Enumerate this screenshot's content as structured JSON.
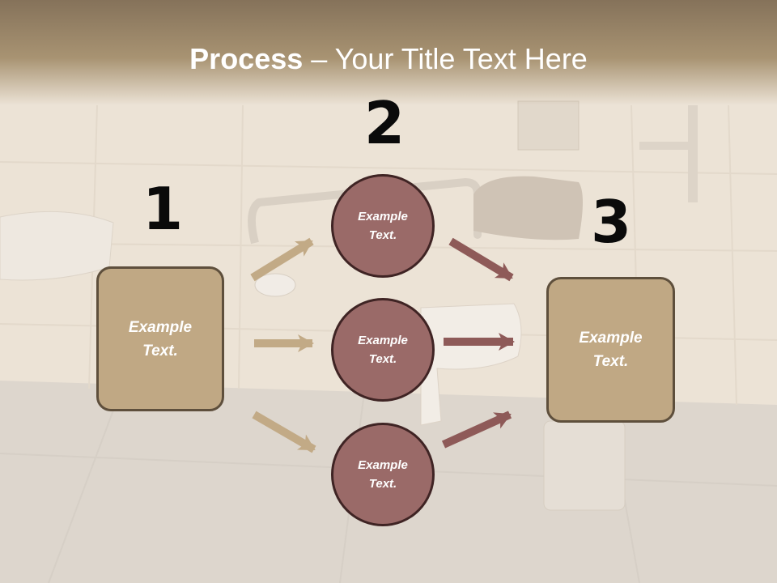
{
  "title": {
    "bold": "Process",
    "rest": " – Your Title Text Here"
  },
  "steps": {
    "one": {
      "number": "1",
      "line1": "Example",
      "line2": "Text."
    },
    "two": {
      "number": "2"
    },
    "three": {
      "number": "3",
      "line1": "Example",
      "line2": "Text."
    }
  },
  "circles": [
    {
      "line1": "Example",
      "line2": "Text."
    },
    {
      "line1": "Example",
      "line2": "Text."
    },
    {
      "line1": "Example",
      "line2": "Text."
    }
  ],
  "colors": {
    "tan_arrow": "#c2aa86",
    "maroon_arrow": "#8e5a58",
    "box_fill": "#c0a884",
    "circle_fill": "#9a6a68"
  }
}
